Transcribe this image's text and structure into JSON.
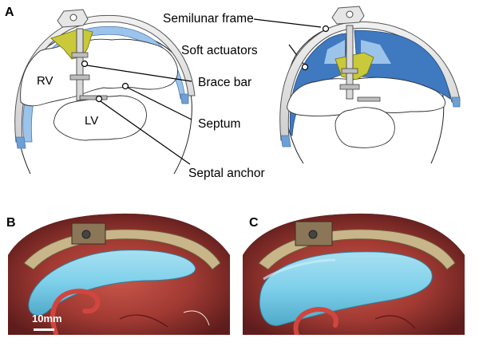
{
  "panels": {
    "a": {
      "letter": "A"
    },
    "b": {
      "letter": "B"
    },
    "c": {
      "letter": "C"
    }
  },
  "labels": {
    "rv": "RV",
    "lv": "LV",
    "semilunar_frame": "Semilunar frame",
    "soft_actuators": "Soft actuators",
    "brace_bar": "Brace bar",
    "septum": "Septum",
    "septal_anchor": "Septal anchor"
  },
  "scale_bar": {
    "label": "10mm"
  },
  "colors": {
    "actuator_blue": "#9cc3ea",
    "actuator_inflated": "#3f79c0",
    "frame_gray": "#e6e6e6",
    "mount_yellow": "#c9c93a",
    "photo_actuator": "#7ed0ea",
    "tissue_red": "#a13a33",
    "catheter_red": "#d0463f"
  }
}
